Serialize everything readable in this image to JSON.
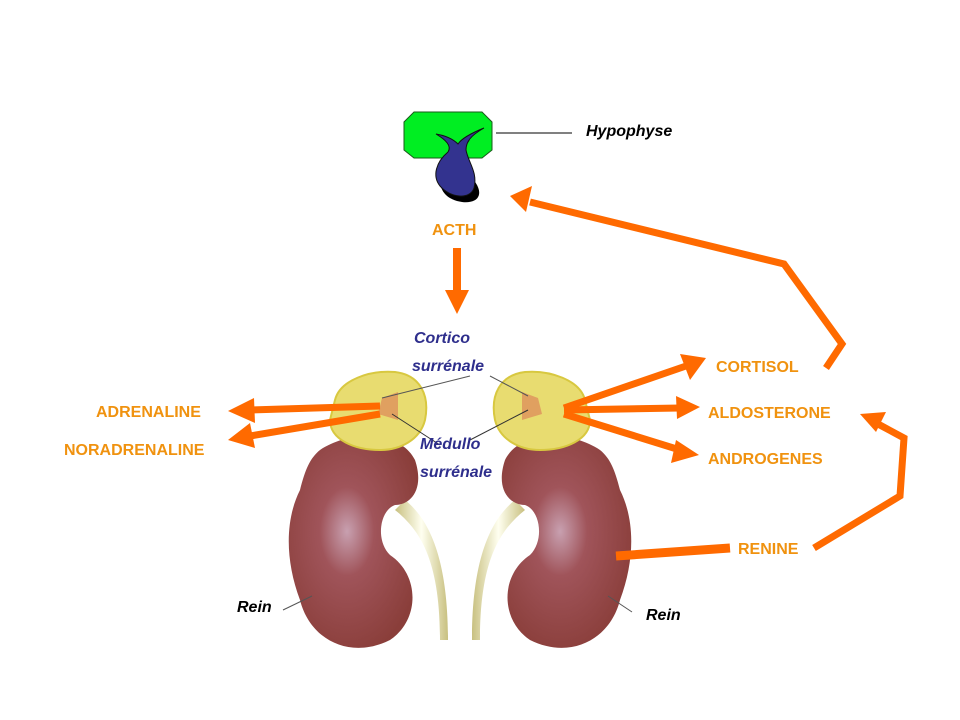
{
  "colors": {
    "arrow": "#ff6a00",
    "hormone_label": "#f0920f",
    "structure_label": "#2e2e8c",
    "pituitary_fill": "#00ee22",
    "pituitary_lobe": "#2e2e8c",
    "kidney": "#9e4a44",
    "adrenal": "#e8dc70"
  },
  "labels": {
    "hypophyse": "Hypophyse",
    "acth": "ACTH",
    "cortico_line1": "Cortico",
    "cortico_line2": "surrénale",
    "medullo_line1": "Médullo",
    "medullo_line2": "surrénale",
    "adrenaline": "ADRENALINE",
    "noradrenaline": "NORADRENALINE",
    "cortisol": "CORTISOL",
    "aldosterone": "ALDOSTERONE",
    "androgenes": "ANDROGENES",
    "renine": "RENINE",
    "rein_left": "Rein",
    "rein_right": "Rein"
  },
  "relations": [
    {
      "from": "Hypophyse",
      "to": "Cortico surrénale",
      "via": "ACTH"
    },
    {
      "from": "Médullo surrénale",
      "to": "ADRENALINE"
    },
    {
      "from": "Médullo surrénale",
      "to": "NORADRENALINE"
    },
    {
      "from": "Cortico surrénale",
      "to": "CORTISOL"
    },
    {
      "from": "Cortico surrénale",
      "to": "ALDOSTERONE"
    },
    {
      "from": "Cortico surrénale",
      "to": "ANDROGENES"
    },
    {
      "from": "CORTISOL",
      "to": "Hypophyse",
      "type": "feedback"
    },
    {
      "from": "Rein",
      "to": "RENINE"
    },
    {
      "from": "RENINE",
      "to": "ALDOSTERONE"
    }
  ]
}
